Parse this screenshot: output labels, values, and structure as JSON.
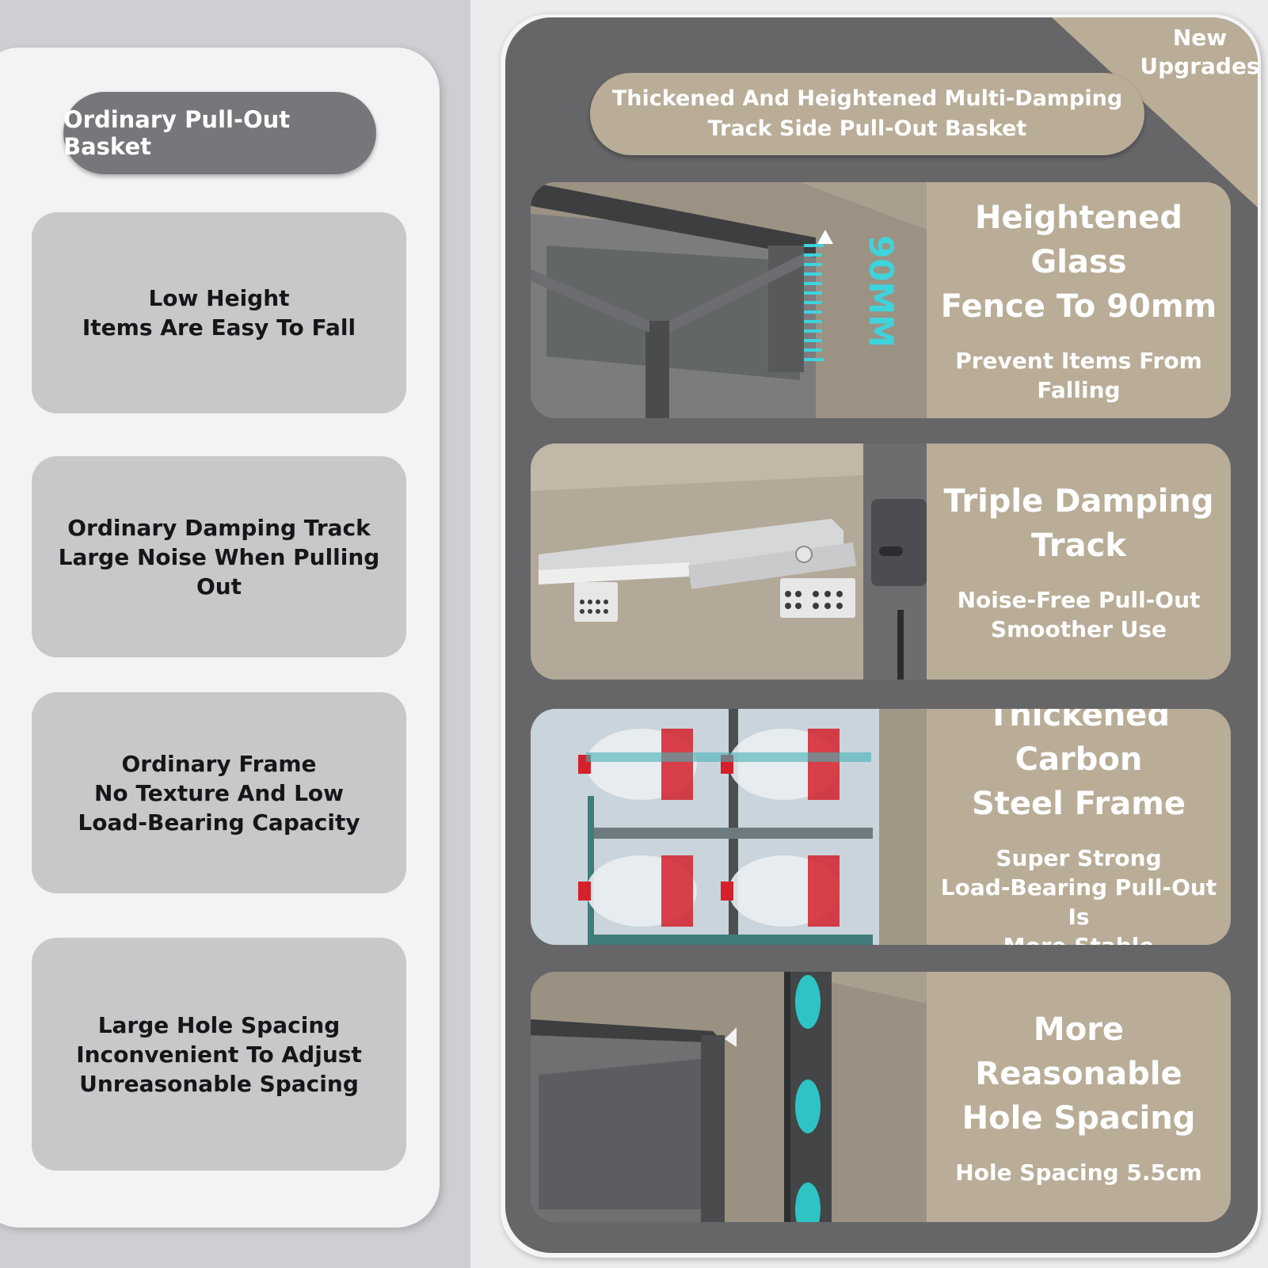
{
  "left": {
    "title": "Ordinary Pull-Out Basket",
    "cards": [
      "Low Height\nItems Are Easy To Fall",
      "Ordinary Damping Track\nLarge Noise When Pulling Out",
      "Ordinary Frame\nNo Texture And Low\nLoad-Bearing Capacity",
      "Large Hole Spacing\nInconvenient To Adjust\nUnreasonable Spacing"
    ]
  },
  "right": {
    "badge": "New\nUpgrades",
    "title": "Thickened And Heightened Multi-Damping\nTrack Side Pull-Out Basket",
    "measure_label": "90MM",
    "features": [
      {
        "title": "Heightened Glass\nFence To 90mm",
        "subtitle": "Prevent Items From\nFalling"
      },
      {
        "title": "Triple Damping\nTrack",
        "subtitle": "Noise-Free Pull-Out\nSmoother Use"
      },
      {
        "title": "Thickened Carbon\nSteel Frame",
        "subtitle": "Super Strong\nLoad-Bearing Pull-Out Is\nMore Stable"
      },
      {
        "title": "More Reasonable\nHole Spacing",
        "subtitle": "Hole Spacing 5.5cm"
      }
    ]
  },
  "colors": {
    "accent": "#b9ad98",
    "dark_panel": "#666668",
    "title_pill": "#77777b",
    "card": "#c8c8cb",
    "cyan": "#2ec4c4",
    "red": "#d4212b"
  }
}
